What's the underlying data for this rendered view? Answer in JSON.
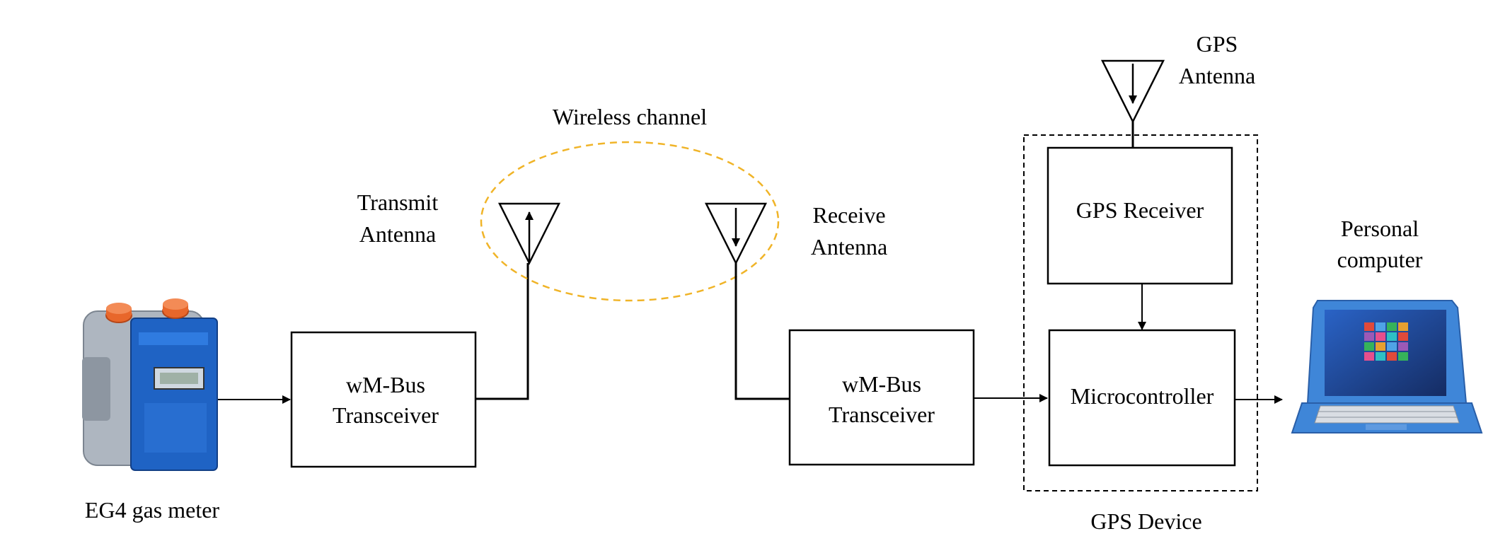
{
  "labels": {
    "gas_meter": "EG4 gas meter",
    "transceiver_tx": [
      "wM-Bus",
      "Transceiver"
    ],
    "transceiver_rx": [
      "wM-Bus",
      "Transceiver"
    ],
    "transmit_antenna": [
      "Transmit",
      "Antenna"
    ],
    "receive_antenna": [
      "Receive",
      "Antenna"
    ],
    "wireless_channel": "Wireless channel",
    "gps_antenna": [
      "GPS",
      "Antenna"
    ],
    "gps_receiver": "GPS Receiver",
    "microcontroller": "Microcontroller",
    "gps_device": "GPS Device",
    "personal_computer": [
      "Personal",
      "computer"
    ]
  },
  "colors": {
    "line": "#000000",
    "wireless_ellipse": "#f0b428",
    "meter_body": "#1f63c4",
    "meter_casing": "#9aa4b0",
    "meter_caps": "#e8672b",
    "laptop_body": "#3f86d8",
    "laptop_screen": "#1d3f86"
  },
  "icons": {
    "gas_meter": "gas-meter-image",
    "laptop": "laptop-image",
    "antenna": "antenna-icon"
  }
}
